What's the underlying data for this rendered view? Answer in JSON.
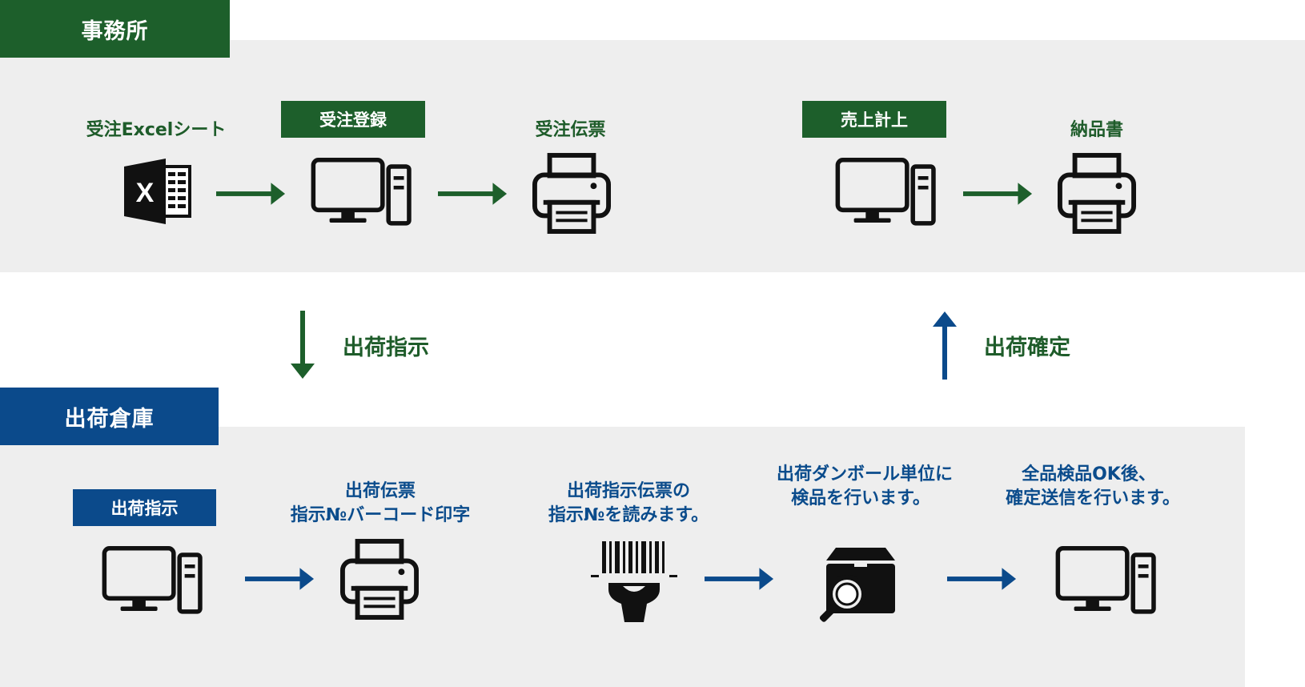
{
  "colors": {
    "office_green": "#1d5f2b",
    "warehouse_blue": "#0b4a8b",
    "band_gray": "#eeeeee",
    "icon_black": "#111111"
  },
  "office": {
    "tab_label": "事務所",
    "excel_label": "受注Excelシート",
    "order_entry_label": "受注登録",
    "order_slip_label": "受注伝票",
    "sales_label": "売上計上",
    "delivery_note_label": "納品書"
  },
  "flow": {
    "down_label": "出荷指示",
    "up_label": "出荷確定"
  },
  "warehouse": {
    "tab_label": "出荷倉庫",
    "instruction_label": "出荷指示",
    "print_line1": "出荷伝票",
    "print_line2": "指示№バーコード印字",
    "scan_line1": "出荷指示伝票の",
    "scan_line2": "指示№を読みます。",
    "inspect_line1": "出荷ダンボール単位に",
    "inspect_line2": "検品を行います。",
    "confirm_line1": "全品検品OK後、",
    "confirm_line2": "確定送信を行います。"
  },
  "icons": [
    "excel-icon",
    "computer-icon",
    "printer-icon",
    "barcode-scanner-icon",
    "box-inspect-icon",
    "arrow-right-icon",
    "arrow-down-icon",
    "arrow-up-icon"
  ]
}
